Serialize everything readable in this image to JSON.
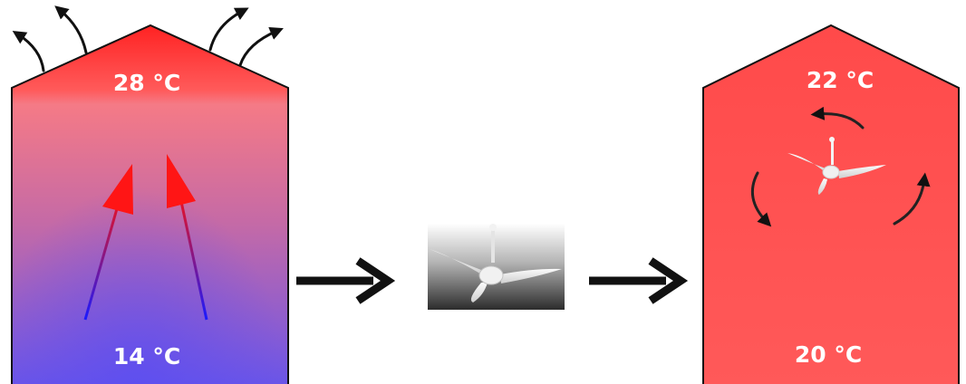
{
  "before_house": {
    "top_temperature": "28 °C",
    "bottom_temperature": "14 °C",
    "colors": {
      "warm": "#ff2a2a",
      "cool": "#6a55e8"
    }
  },
  "after_house": {
    "top_temperature": "22 °C",
    "bottom_temperature": "20 °C",
    "colors": {
      "fill": "#ff4f4f"
    }
  },
  "flow_arrows": {
    "color": "#111111"
  },
  "fan_thumbnail": {
    "icon": "ceiling-fan-icon"
  }
}
